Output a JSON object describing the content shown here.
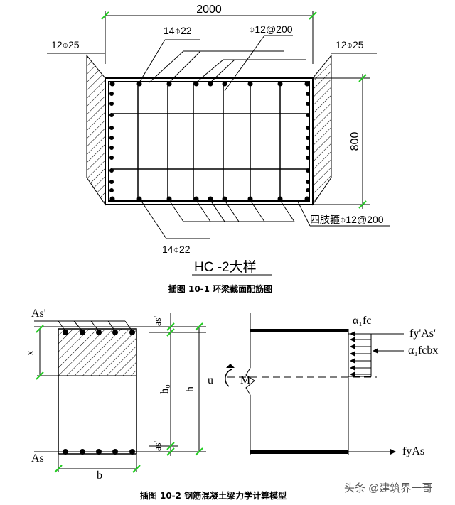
{
  "figure1": {
    "width_dim": "2000",
    "height_dim": "800",
    "label_top_left": "12⌽25",
    "label_top_right": "12⌽25",
    "label_top_bar": "14⌽22",
    "label_stirrup_top": "⌽12@200",
    "label_bottom_bar": "14⌽22",
    "label_four_leg": "四肢箍⌽12@200",
    "title": "HC -2大样",
    "caption": "插图 10-1 环梁截面配筋图"
  },
  "figure2": {
    "left": {
      "as_top": "As'",
      "as_bottom": "As",
      "x": "x",
      "as_prime_top": "as'",
      "as_prime_bottom": "as'",
      "h0": "h₀",
      "h": "h",
      "b": "b"
    },
    "right": {
      "a1fc": "α₁fc",
      "fyAs_prime": "fy'As'",
      "a1fcbx": "α₁fcbx",
      "u": "u",
      "M": "M",
      "fyAs": "fyAs"
    },
    "caption": "插图 10-2 钢筋混凝土梁力学计算模型"
  },
  "watermark": "头条 @建筑界一哥",
  "colors": {
    "line": "#000000",
    "tick": "#22cc22"
  }
}
